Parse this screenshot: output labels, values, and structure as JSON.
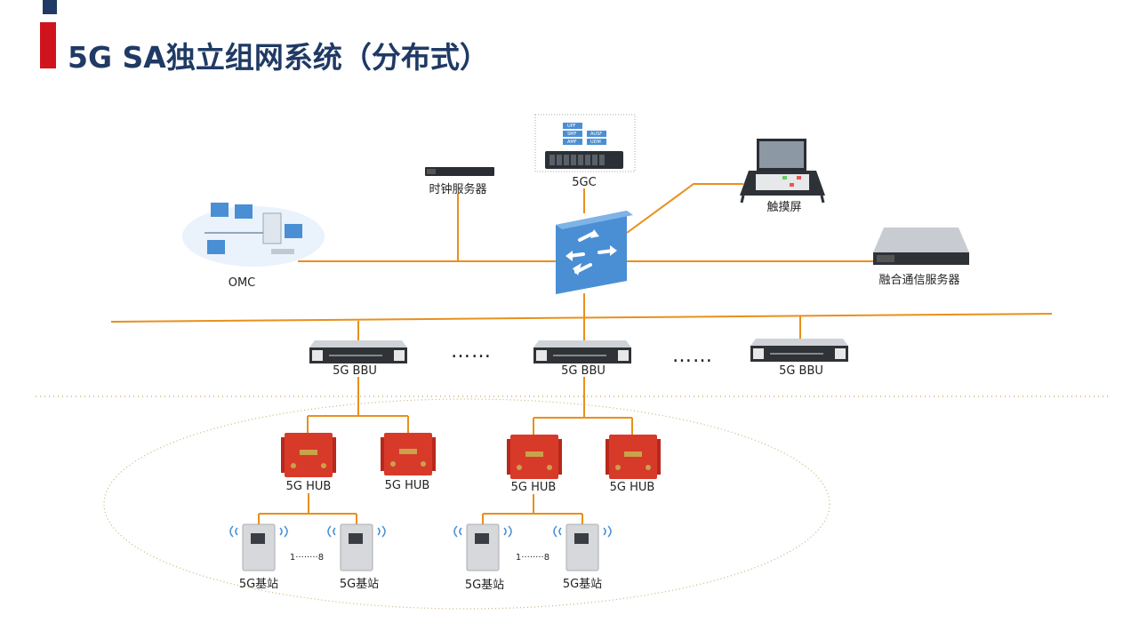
{
  "title": "5G SA独立组网系统（分布式）",
  "labels": {
    "clock_server": "时钟服务器",
    "core": "5GC",
    "touch_screen": "触摸屏",
    "omc": "OMC",
    "fusion_server": "融合通信服务器",
    "bbu": "5G BBU",
    "hub": "5G HUB",
    "base_station": "5G基站",
    "ellipsis": "……",
    "range_dots": "1········8"
  },
  "core_modules": [
    "UPF",
    "SMF",
    "AUSF",
    "AMF",
    "UDM"
  ],
  "colors": {
    "title": "#1f3a64",
    "accent": "#d0141e",
    "link": "#e8901c",
    "router": "#4a8fd4",
    "hub": "#d83a2a"
  }
}
